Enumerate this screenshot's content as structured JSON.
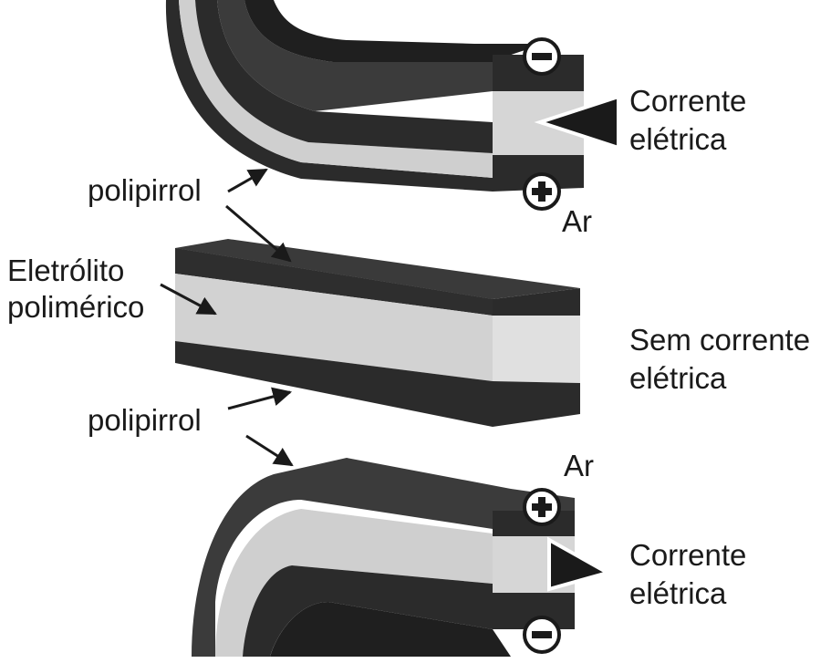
{
  "labels": {
    "polypyrrole_top": "polipirrol",
    "polypyrrole_bottom": "polipirrol",
    "electrolyte_line1": "Eletrólito",
    "electrolyte_line2": "polimérico",
    "current_top_line1": "Corrente",
    "current_top_line2": "elétrica",
    "no_current_line1": "Sem corrente",
    "no_current_line2": "elétrica",
    "current_bottom_line1": "Corrente",
    "current_bottom_line2": "elétrica",
    "air_top": "Ar",
    "air_bottom": "Ar",
    "minus_symbol": "−",
    "plus_symbol": "+"
  },
  "colors": {
    "polymer_dark": "#2b2b2b",
    "polymer_top_face": "#4a4a4a",
    "electrolyte_light": "#cfcfcf",
    "electrolyte_side": "#e2e2e2",
    "ink": "#1a1a1a"
  }
}
